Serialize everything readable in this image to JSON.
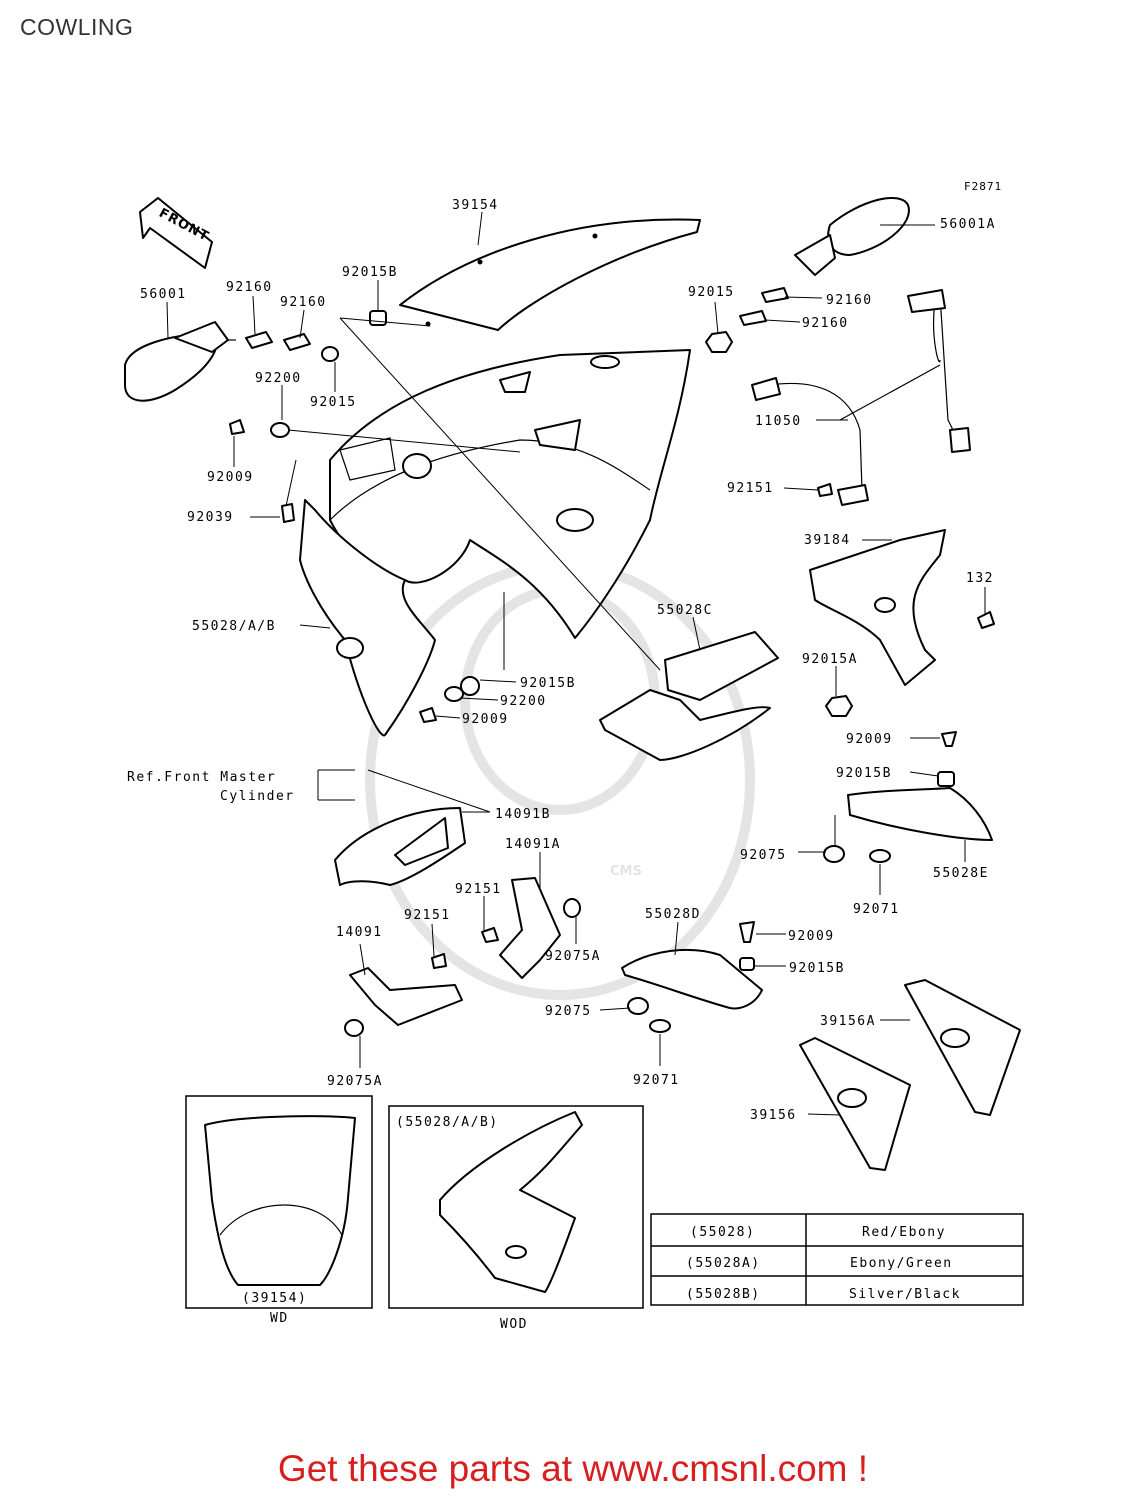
{
  "page": {
    "title": "COWLING"
  },
  "diagram": {
    "figure_code": "F2871",
    "front_arrow": "FRONT",
    "watermark": "CMS",
    "callouts": [
      {
        "id": "c-39154",
        "label": "39154"
      },
      {
        "id": "c-56001a",
        "label": "56001A"
      },
      {
        "id": "c-56001",
        "label": "56001"
      },
      {
        "id": "c-92160-a",
        "label": "92160"
      },
      {
        "id": "c-92160-b",
        "label": "92160"
      },
      {
        "id": "c-92015b-a",
        "label": "92015B"
      },
      {
        "id": "c-92015-a",
        "label": "92015"
      },
      {
        "id": "c-92160-c",
        "label": "92160"
      },
      {
        "id": "c-92160-d",
        "label": "92160"
      },
      {
        "id": "c-92200-a",
        "label": "92200"
      },
      {
        "id": "c-92015-b",
        "label": "92015"
      },
      {
        "id": "c-11050",
        "label": "11050"
      },
      {
        "id": "c-92009-a",
        "label": "92009"
      },
      {
        "id": "c-92151-a",
        "label": "92151"
      },
      {
        "id": "c-92039",
        "label": "92039"
      },
      {
        "id": "c-39184",
        "label": "39184"
      },
      {
        "id": "c-132",
        "label": "132"
      },
      {
        "id": "c-55028ab",
        "label": "55028/A/B"
      },
      {
        "id": "c-55028c",
        "label": "55028C"
      },
      {
        "id": "c-92015a",
        "label": "92015A"
      },
      {
        "id": "c-92015b-b",
        "label": "92015B"
      },
      {
        "id": "c-92200-b",
        "label": "92200"
      },
      {
        "id": "c-92009-b",
        "label": "92009"
      },
      {
        "id": "c-92009-c",
        "label": "92009"
      },
      {
        "id": "c-92015b-c",
        "label": "92015B"
      },
      {
        "id": "c-ref-1",
        "label": "Ref.Front Master"
      },
      {
        "id": "c-ref-2",
        "label": "Cylinder"
      },
      {
        "id": "c-14091b",
        "label": "14091B"
      },
      {
        "id": "c-14091a",
        "label": "14091A"
      },
      {
        "id": "c-92075-a",
        "label": "92075"
      },
      {
        "id": "c-55028e",
        "label": "55028E"
      },
      {
        "id": "c-92151-b",
        "label": "92151"
      },
      {
        "id": "c-92151-c",
        "label": "92151"
      },
      {
        "id": "c-92071-a",
        "label": "92071"
      },
      {
        "id": "c-55028d",
        "label": "55028D"
      },
      {
        "id": "c-14091",
        "label": "14091"
      },
      {
        "id": "c-92009-d",
        "label": "92009"
      },
      {
        "id": "c-92075a-a",
        "label": "92075A"
      },
      {
        "id": "c-92015b-d",
        "label": "92015B"
      },
      {
        "id": "c-92075-b",
        "label": "92075"
      },
      {
        "id": "c-39156a",
        "label": "39156A"
      },
      {
        "id": "c-92075a-b",
        "label": "92075A"
      },
      {
        "id": "c-92071-b",
        "label": "92071"
      },
      {
        "id": "c-39156",
        "label": "39156"
      }
    ],
    "inset_wd": {
      "caption": "(39154)",
      "label": "WD"
    },
    "inset_wod": {
      "caption": "(55028/A/B)",
      "label": "WOD"
    },
    "color_table": [
      {
        "part": "(55028)",
        "color": "Red/Ebony"
      },
      {
        "part": "(55028A)",
        "color": "Ebony/Green"
      },
      {
        "part": "(55028B)",
        "color": "Silver/Black"
      }
    ]
  },
  "footer": {
    "promo": "Get these parts at www.cmsnl.com !"
  }
}
